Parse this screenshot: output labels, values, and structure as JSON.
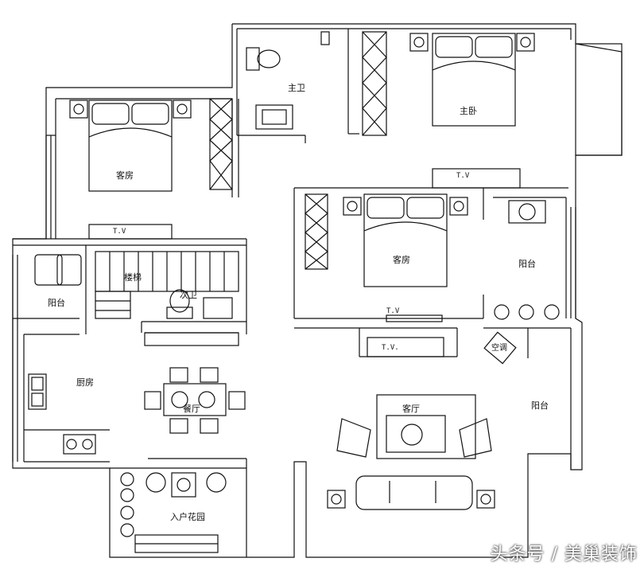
{
  "rooms": {
    "master_bath": "主卫",
    "master_bedroom": "主卧",
    "guest_room_left": "客房",
    "guest_room_mid": "客房",
    "stairs": "楼梯",
    "second_bath": "次卫",
    "balcony_left": "阳台",
    "balcony_mid": "阳台",
    "balcony_right": "阳台",
    "kitchen": "厨房",
    "dining": "餐厅",
    "living": "客厅",
    "garden": "入户花园",
    "aircon": "空调"
  },
  "tv": {
    "left_room": "T.V",
    "mid_top": "T.V",
    "mid_bottom": "T.V",
    "living": "T.V."
  },
  "watermark": "头条号 / 美巢装饰"
}
